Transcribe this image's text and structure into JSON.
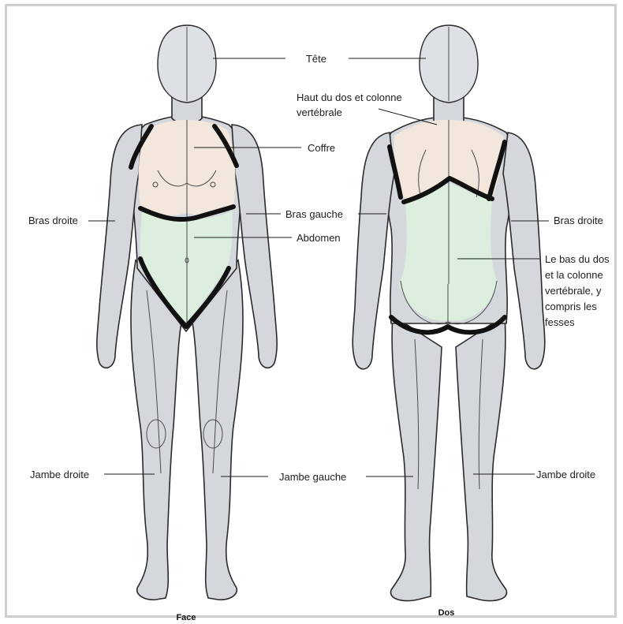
{
  "labels": {
    "tete": "Tête",
    "haut_dos_1": "Haut du dos et colonne",
    "haut_dos_2": "vertébrale",
    "coffre": "Coffre",
    "bras_droite_front": "Bras droite",
    "bras_gauche_front": "Bras gauche",
    "abdomen": "Abdomen",
    "bras_droite_back": "Bras droite",
    "bas_dos_1": "Le bas du dos",
    "bas_dos_2": "et la colonne",
    "bas_dos_3": "vertébrale, y",
    "bas_dos_4": "compris les",
    "bas_dos_5": "fesses",
    "jambe_droite_front": "Jambe droite",
    "jambe_gauche": "Jambe gauche",
    "jambe_droite_back": "Jambe droite"
  },
  "captions": {
    "front": "Face",
    "back": "Dos"
  },
  "colors": {
    "skin": "#d4d8dd",
    "chest_region": "#f3e6dc",
    "abdomen_region": "#dcefdf",
    "outline": "#111111",
    "frame": "#cfcfcf"
  }
}
